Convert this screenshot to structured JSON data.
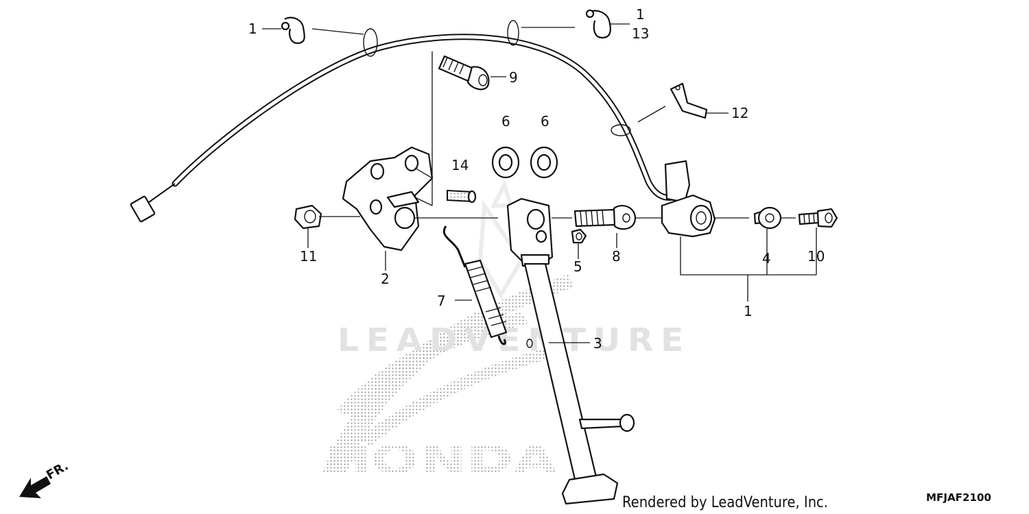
{
  "diagram": {
    "watermark": "LEADVENTURE",
    "brand_mark": "HONDA",
    "front_indicator": "FR.",
    "credit": "Rendered by LeadVenture, Inc.",
    "diagram_code": "MFJAF2100",
    "callouts": {
      "clamp_left": "1",
      "clamp_right_a": "1",
      "clamp_right_b": "13",
      "bolt_9": "9",
      "bracket_12": "12",
      "washer_a": "6",
      "washer_b": "6",
      "collar_14": "14",
      "nut_11": "11",
      "pivot_bracket_2": "2",
      "nut_5": "5",
      "bolt_8": "8",
      "washer_4": "4",
      "bolt_10": "10",
      "switch_assy": "1",
      "spring_7": "7",
      "sidestand_3": "3"
    }
  }
}
